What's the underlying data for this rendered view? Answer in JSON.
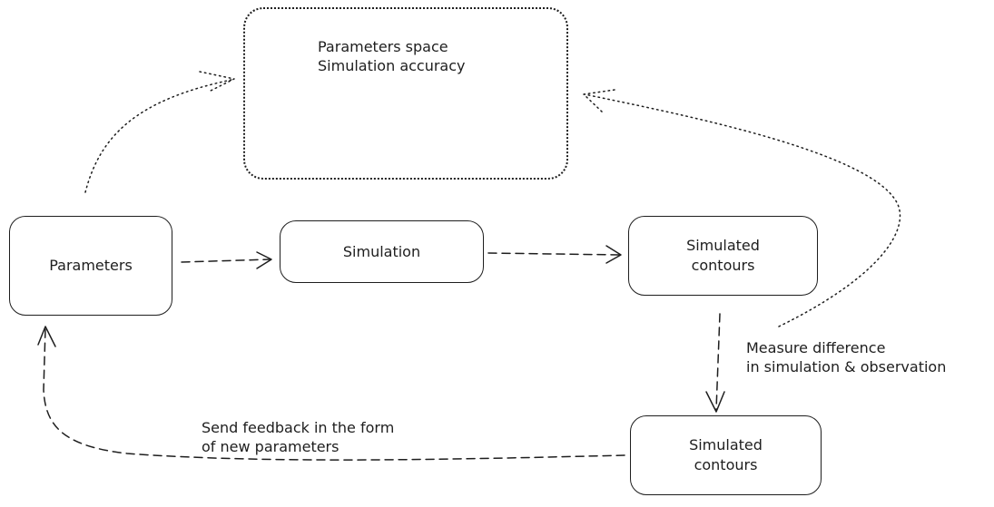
{
  "diagram": {
    "parameter_space": {
      "line1": "Parameters space",
      "line2": "Simulation accuracy"
    },
    "nodes": {
      "parameters": "Parameters",
      "simulation": "Simulation",
      "simulated_contours_top": {
        "line1": "Simulated",
        "line2": "contours"
      },
      "simulated_contours_bottom": {
        "line1": "Simulated",
        "line2": "contours"
      }
    },
    "annotations": {
      "measure": {
        "line1": "Measure difference",
        "line2": "in simulation & observation"
      },
      "feedback": {
        "line1": "Send feedback in the form",
        "line2": "of new parameters"
      }
    }
  }
}
